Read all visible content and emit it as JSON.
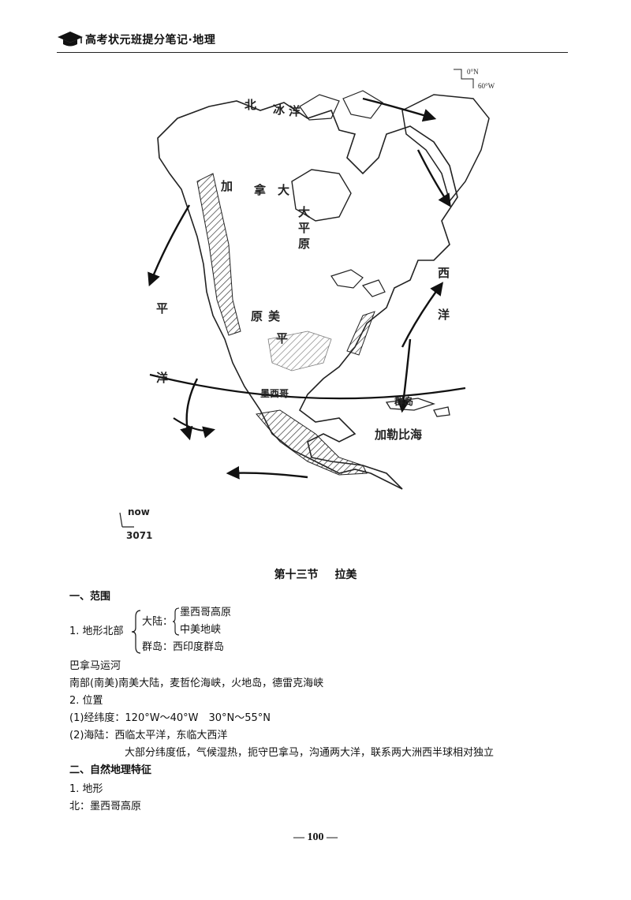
{
  "header": {
    "title": "高考状元班提分笔记·地理"
  },
  "map": {
    "legend": {
      "lat": "0°N",
      "lon": "60°W"
    },
    "labels": {
      "beaufort": "北",
      "ice": "冰",
      "ocean_n": "洋",
      "pacific_1": "平",
      "pacific_2": "洋",
      "atlantic_1": "西",
      "atlantic_2": "洋",
      "plain_1": "大",
      "plain_2": "平",
      "plain_3": "原",
      "central_1": "原",
      "central_2": "美",
      "central_3": "平",
      "caribbean": "加勒比海",
      "islands": "群岛",
      "kanada": "加",
      "na": "拿",
      "da": "大",
      "mexico": "墨西哥",
      "note_scale_1": "now",
      "note_scale_2": "3071"
    }
  },
  "section": {
    "number": "第十三节",
    "name": "拉美"
  },
  "content": {
    "h1": "一、范围",
    "item1_label": "1. 地形北部",
    "continent": "大陆：",
    "mex_plateau": "墨西哥高原",
    "isthmus": "中美地峡",
    "islands_line": "群岛：西印度群岛",
    "panama": "巴拿马运河",
    "south": "南部(南美)南美大陆，麦哲伦海峡，火地岛，德雷克海峡",
    "pos": "2. 位置",
    "latlon": "(1)经纬度：120°W～40°W　30°N～55°N",
    "sea": "(2)海陆：西临太平洋，东临大西洋",
    "summary": "大部分纬度低，气候湿热，扼守巴拿马，沟通两大洋，联系两大洲西半球相对独立",
    "h2": "二、自然地理特征",
    "terrain": "1. 地形",
    "north": "北：墨西哥高原"
  },
  "footer": {
    "page": "— 100 —"
  }
}
